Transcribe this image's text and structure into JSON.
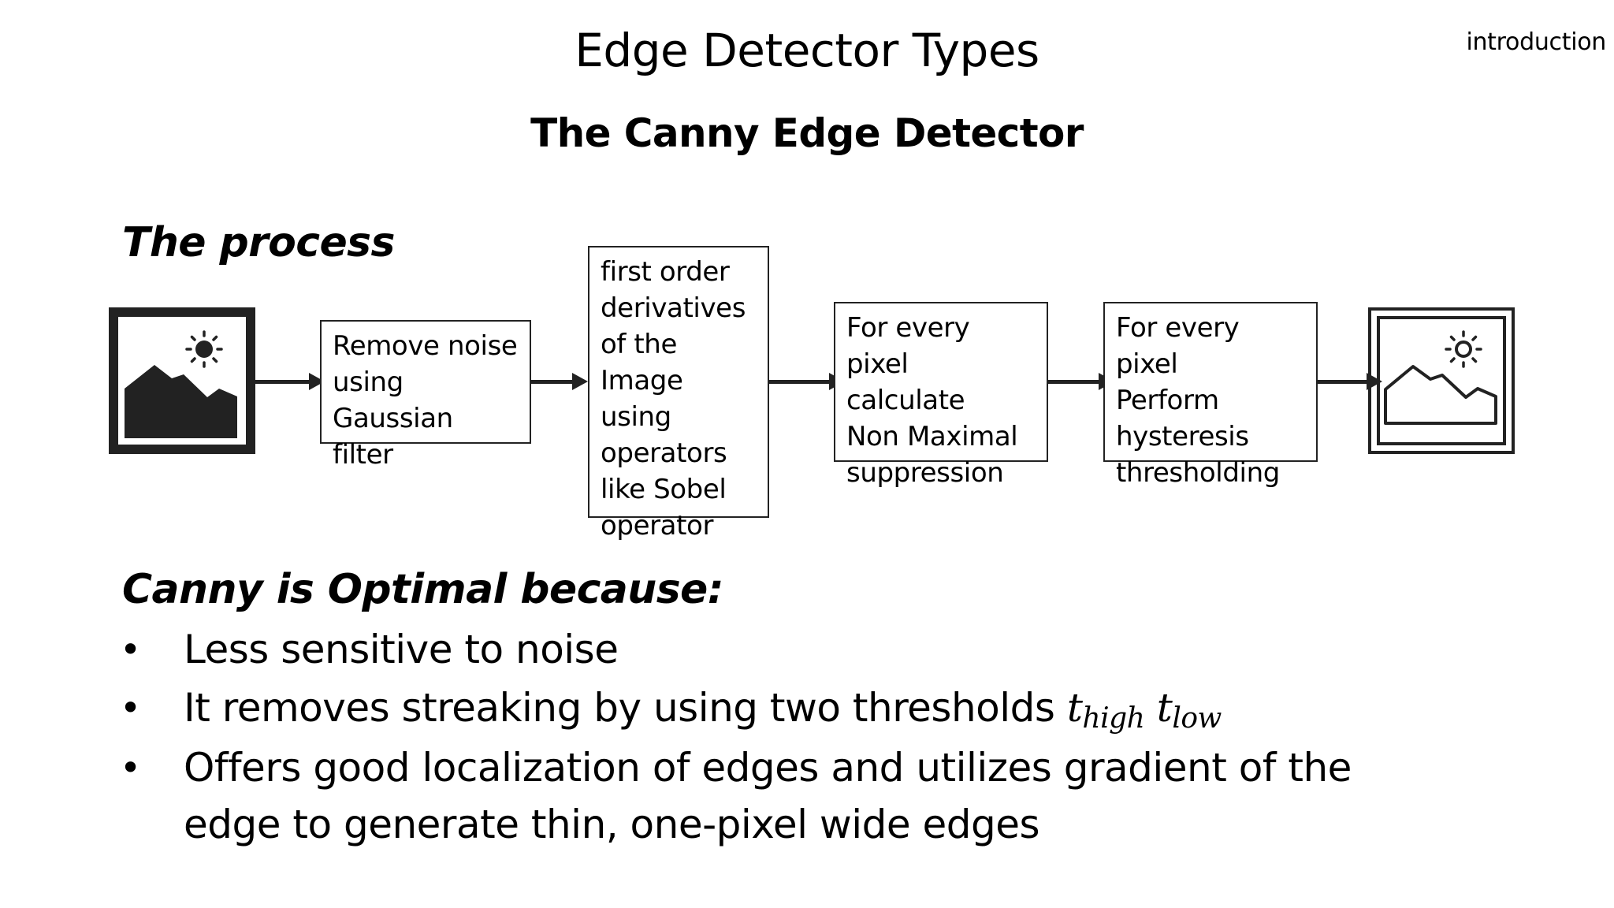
{
  "header": {
    "section_tag": "introduction",
    "title": "Edge Detector Types",
    "subtitle": "The Canny Edge Detector"
  },
  "process": {
    "heading": "The process",
    "input_icon": "image-icon",
    "output_icon": "edge-image-icon",
    "steps": [
      [
        "Remove noise",
        "using Gaussian",
        "filter"
      ],
      [
        "first order",
        "derivatives",
        "of the",
        "Image using",
        "operators",
        "like Sobel",
        "operator"
      ],
      [
        "For every pixel",
        "calculate",
        "Non Maximal",
        "suppression"
      ],
      [
        "For every pixel",
        "Perform",
        "hysteresis",
        "thresholding"
      ]
    ]
  },
  "reasons": {
    "heading": "Canny is Optimal because:",
    "bullets": [
      [
        "Less sensitive to noise"
      ],
      [
        "It removes streaking by using two thresholds"
      ],
      [
        "Offers good localization of edges and utilizes gradient of the",
        "edge to generate thin, one-pixel wide edges"
      ]
    ],
    "threshold_symbol": "t",
    "threshold_high_sub": "high",
    "threshold_low_sub": "low"
  }
}
